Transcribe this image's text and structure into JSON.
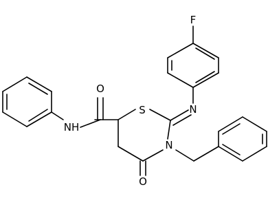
{
  "molecule": {
    "atom_labels": {
      "fluorine": "F",
      "imine_nitrogen": "N",
      "ring_sulfur": "S",
      "ring_nitrogen": "N",
      "ring_oxygen": "O",
      "amide_oxygen": "O",
      "amide_nh": "NH"
    }
  }
}
